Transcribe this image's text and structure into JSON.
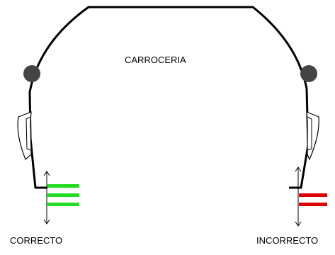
{
  "diagram": {
    "title": "CARROCERIA",
    "left_label": "CORRECTO",
    "right_label": "INCORRECTO"
  },
  "colors": {
    "outline": "#000000",
    "correct": "#22dd22",
    "incorrect": "#dd0000",
    "knob": "#444444"
  },
  "icons": {
    "left_indicator": "arrow-updown-icon",
    "right_indicator": "arrow-updown-icon"
  }
}
